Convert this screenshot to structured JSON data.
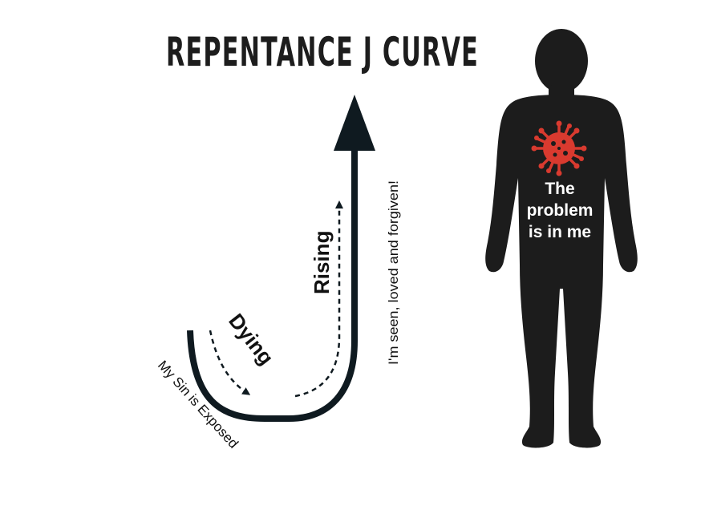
{
  "title": "Repentance J Curve",
  "curve": {
    "dying_label": "Dying",
    "rising_label": "Rising",
    "exposed_label": "My Sin is Exposed",
    "forgiven_label": "I'm seen, loved and forgiven!"
  },
  "figure": {
    "shirt_line1": "The",
    "shirt_line2": "problem",
    "shirt_line3": "is in me",
    "virus_icon": "virus-icon"
  },
  "colors": {
    "ink": "#0f1a20",
    "silhouette": "#1c1c1c",
    "virus": "#d93a2f",
    "shirt_text": "#ffffff"
  }
}
